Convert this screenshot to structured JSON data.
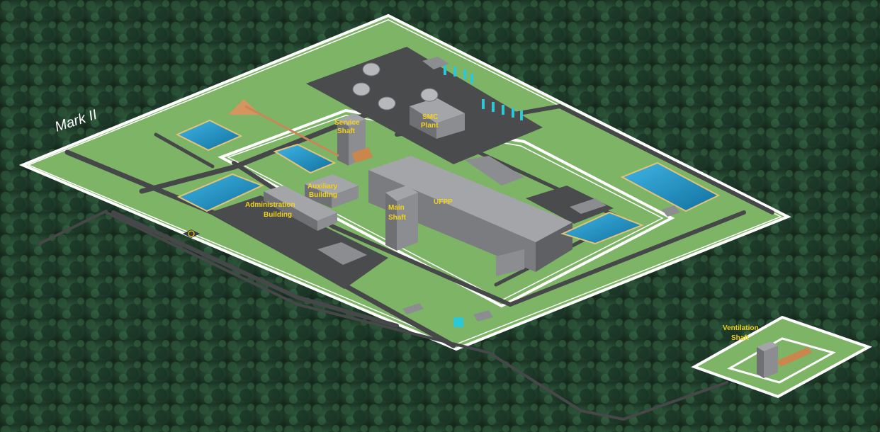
{
  "title": "Mark II",
  "labels": {
    "service_shaft": [
      "Service",
      "Shaft"
    ],
    "smc_plant": [
      "SMC",
      "Plant"
    ],
    "auxiliary_building": [
      "Auxiliary",
      "Building"
    ],
    "administration_building": [
      "Administration",
      "Building"
    ],
    "ufpp": "UFPP",
    "main_shaft": [
      "Main",
      "Shaft"
    ],
    "ventilation_shaft": [
      "Ventilation",
      "Shaft"
    ]
  },
  "colors": {
    "forest": "#1c3526",
    "ground": "#7db466",
    "fence": "#ffffff",
    "road": "#444648",
    "building": "#8e8f92",
    "water": "#1e94c8",
    "label": "#f2d21b",
    "cyan_equipment": "#2ec7d4",
    "cone": "#c8875a"
  }
}
